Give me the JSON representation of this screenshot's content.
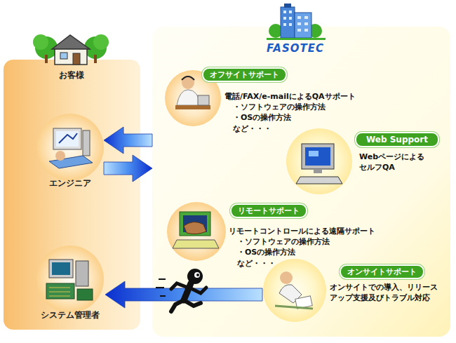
{
  "diagram": {
    "nodes": [
      {
        "text": [
          "お客様"
        ]
      },
      {
        "text": [
          "エンジニア"
        ],
        "in": 0
      },
      {
        "text": [
          "システム管理者"
        ],
        "in": 0
      },
      {
        "text": [
          "FASOTEC"
        ]
      },
      {
        "text": [
          "オフサイトサポート",
          "電話/FAX/e-mailによるQAサポート",
          "・ソフトウェアの操作方法",
          "・OSの操作方法",
          "など・・・"
        ],
        "in": 3
      },
      {
        "text": [
          "Web Support",
          "Webページによる セルフQA"
        ],
        "in": 3
      },
      {
        "text": [
          "リモートサポート",
          "リモートコントロールによる遠隔サポート",
          "・ソフトウェアの操作方法",
          "・OSの操作方法",
          "など・・・"
        ],
        "in": 3
      },
      {
        "text": [
          "オンサイトサポート",
          "オンサイトでの導入、リリース アップ支援及びトラブル対応"
        ],
        "in": 3
      }
    ],
    "edges": [
      {
        "from": 3,
        "to": 1,
        "arrow": "to"
      },
      {
        "from": 1,
        "to": 3,
        "arrow": "to"
      },
      {
        "from": 7,
        "to": 2,
        "arrow": "to"
      }
    ]
  }
}
